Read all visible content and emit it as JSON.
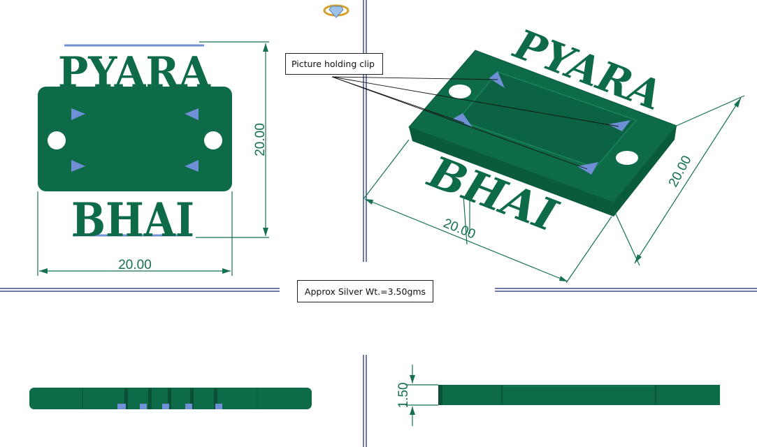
{
  "callout": {
    "label": "Picture holding clip"
  },
  "weight_note": {
    "label": "Approx Silver Wt.=3.50gms"
  },
  "engraving": {
    "top_word": "PYARA",
    "bottom_word": "BHAI"
  },
  "dimensions": {
    "front_width": "20.00",
    "front_height": "20.00",
    "iso_width": "20.00",
    "iso_height": "20.00",
    "side_thickness": "1.50"
  },
  "colors": {
    "body": "#0e6b48",
    "body_light": "#1a8a5e",
    "clip": "#6f8fd6",
    "dimension": "#15714e",
    "frame": "#3a4f8a"
  },
  "icons": {
    "logo": "diamond-ring-logo-icon"
  }
}
